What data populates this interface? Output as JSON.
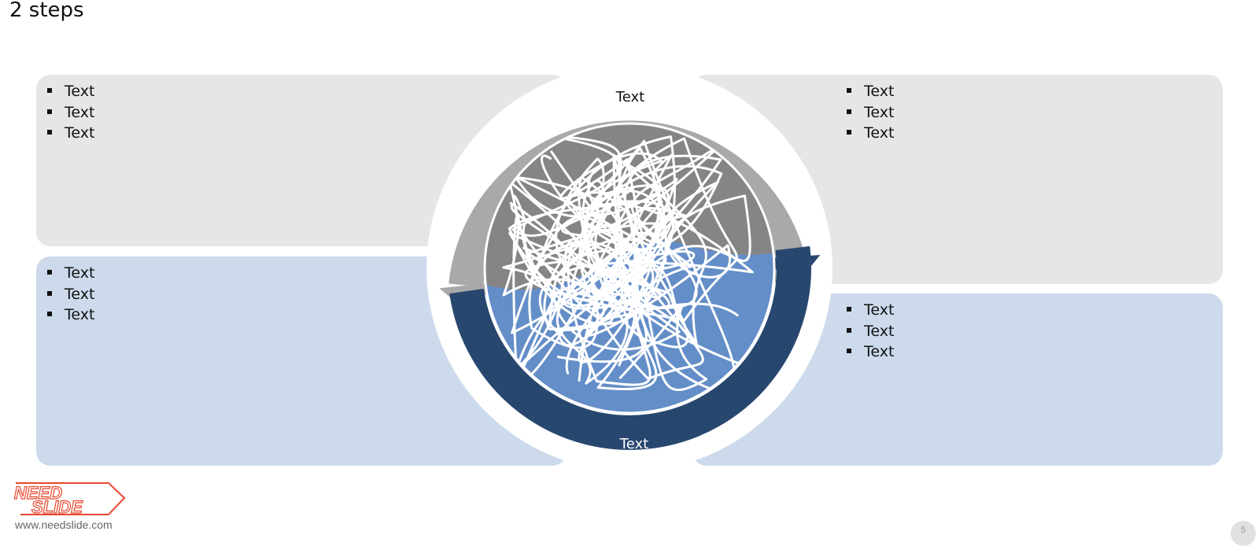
{
  "title": "2 steps",
  "panels": {
    "top_left": {
      "bullets": [
        "Text",
        "Text",
        "Text"
      ]
    },
    "bottom_left": {
      "bullets": [
        "Text",
        "Text",
        "Text"
      ]
    },
    "top_right": {
      "bullets": [
        "Text",
        "Text",
        "Text"
      ]
    },
    "bottom_right": {
      "bullets": [
        "Text",
        "Text",
        "Text"
      ]
    }
  },
  "cycle": {
    "top_arrow_label": "Text",
    "bottom_arrow_label": "Text"
  },
  "colors": {
    "panel_gray": "#e6e6e6",
    "panel_blue": "#ccdaec",
    "arrow_gray": "#a9a9a9",
    "arrow_navy": "#27476f",
    "ball_gray": "#858585",
    "ball_blue": "#648ec8"
  },
  "footer": {
    "logo_text_line1": "NEED",
    "logo_text_line2": "SLIDE",
    "url": "www.needslide.com",
    "page_number": "5"
  }
}
